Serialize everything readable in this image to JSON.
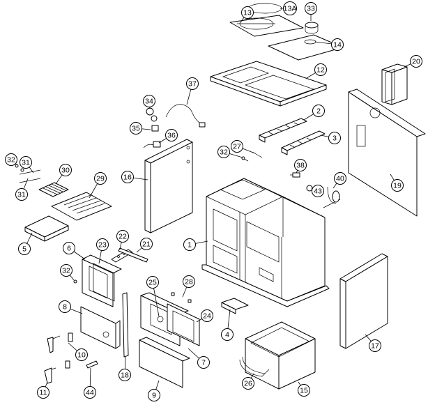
{
  "callouts": [
    "13",
    "13A",
    "33",
    "14",
    "12",
    "20",
    "37",
    "34",
    "2",
    "35",
    "36",
    "3",
    "16",
    "32",
    "27",
    "38",
    "43",
    "40",
    "19",
    "31",
    "30",
    "29",
    "1",
    "22",
    "21",
    "6",
    "23",
    "5",
    "32",
    "25",
    "28",
    "24",
    "8",
    "4",
    "17",
    "10",
    "18",
    "7",
    "26",
    "15",
    "11",
    "44",
    "9",
    "31",
    "32"
  ]
}
